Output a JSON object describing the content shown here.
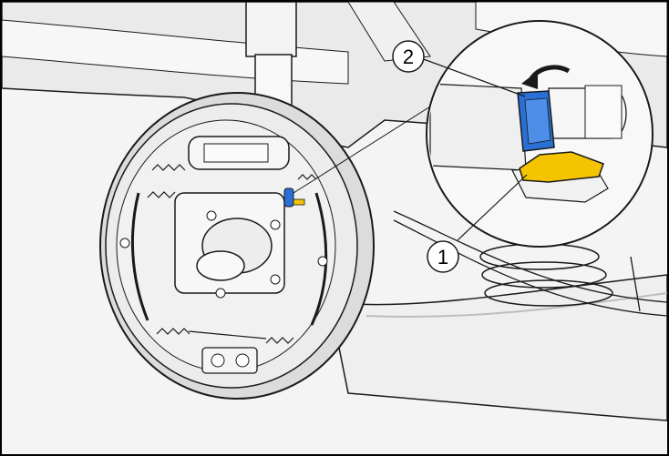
{
  "figure": {
    "colors": {
      "outline": "#1a1a1a",
      "shadow": "#c9c9c9",
      "part_fill": "#efefef",
      "highlight_blue": "#2a6fd6",
      "highlight_yellow": "#f4c400"
    },
    "callouts": [
      {
        "id": "1",
        "label": "1"
      },
      {
        "id": "2",
        "label": "2"
      }
    ]
  }
}
